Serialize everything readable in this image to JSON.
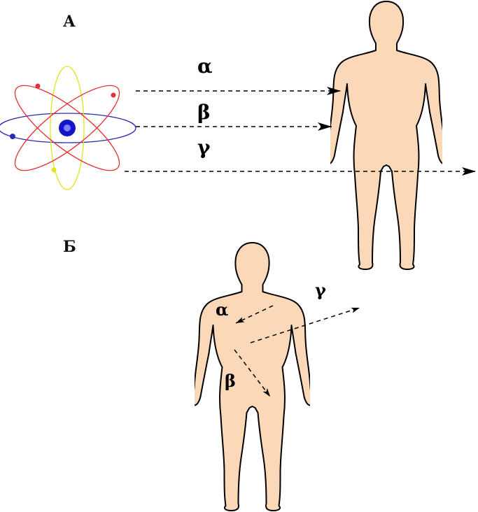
{
  "sections": {
    "a_label": "А",
    "b_label": "Б"
  },
  "rays": {
    "alpha": "α",
    "beta": "β",
    "gamma": "γ"
  },
  "colors": {
    "skin": "#fbd9b8",
    "orbit_red": "#e53030",
    "orbit_blue": "#2a2ab8",
    "orbit_yellow": "#e6e21a",
    "nucleus": "#1414c8",
    "nucleus_center": "#8080ff"
  },
  "icons": [
    "atom-icon",
    "human-figure-icon"
  ]
}
